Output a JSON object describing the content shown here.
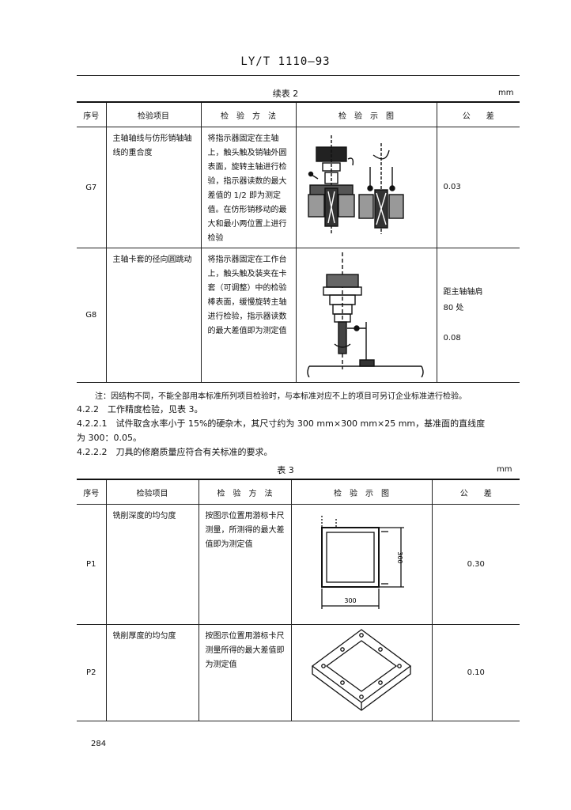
{
  "header": {
    "standard_code": "LY/T 1110—93"
  },
  "table2": {
    "caption": "续表 2",
    "unit": "mm",
    "columns": [
      "序号",
      "检验项目",
      "检　验　方　法",
      "检　验　示　图",
      "公　　差"
    ],
    "rows": [
      {
        "code": "G7",
        "item": "主轴轴线与仿形销轴轴线的重合度",
        "method": "将指示器固定在主轴上，触头触及销轴外圆表面，旋转主轴进行检验，指示器读数的最大差值的 1/2 即为测定值。在仿形销移动的最大和最小两位置上进行检验",
        "tolerance": [
          "0.03"
        ]
      },
      {
        "code": "G8",
        "item": "主轴卡套的径向圆跳动",
        "method": "将指示器固定在工作台上，触头触及装夹在卡套（可调整）中的检验棒表面，缓慢旋转主轴进行检验，指示器读数的最大差值即为测定值",
        "tolerance": [
          "距主轴轴肩",
          "80 处",
          "",
          "0.08"
        ]
      }
    ],
    "note": "注：因结构不同，不能全部用本标准所列项目检验时，与本标准对应不上的项目可另订企业标准进行检验。"
  },
  "paragraphs": [
    "4.2.2　工作精度检验，见表 3。",
    "4.2.2.1　试件取含水率小于 15%的硬杂木，其尺寸约为 300 mm×300 mm×25 mm，基准面的直线度",
    "为 300：0.05。",
    "4.2.2.2　刀具的修磨质量应符合有关标准的要求。"
  ],
  "table3": {
    "caption": "表 3",
    "unit": "mm",
    "columns": [
      "序号",
      "检验项目",
      "检　验　方　法",
      "检　验　示　图",
      "公　　差"
    ],
    "rows": [
      {
        "code": "P1",
        "item": "铣削深度的均匀度",
        "method": "按图示位置用游标卡尺测量，所测得的最大差值即为测定值",
        "tolerance": "0.30",
        "figure_labels": {
          "dim_h": "300",
          "dim_v": "300"
        }
      },
      {
        "code": "P2",
        "item": "铣削厚度的均匀度",
        "method": "按图示位置用游标卡尺测量所得的最大差值即为测定值",
        "tolerance": "0.10"
      }
    ]
  },
  "footer": {
    "page_number": "284"
  }
}
